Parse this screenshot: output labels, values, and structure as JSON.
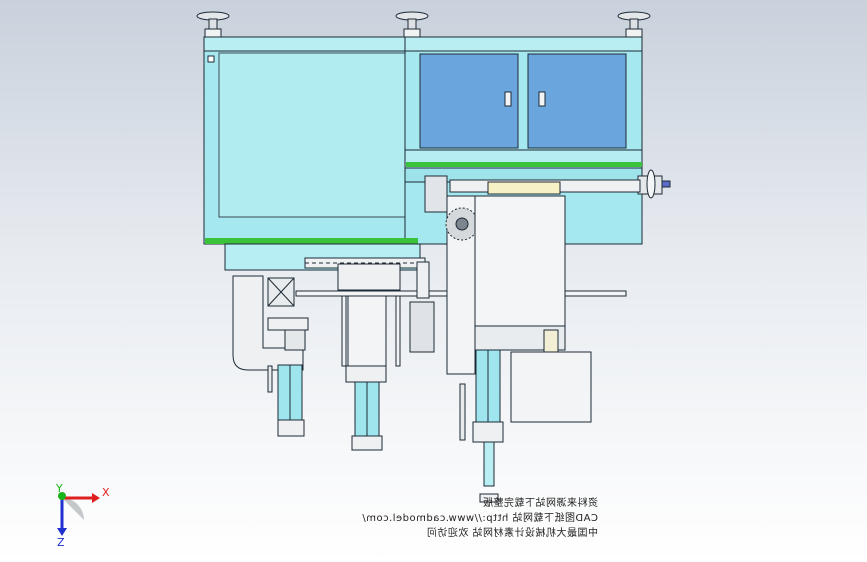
{
  "viewport": {
    "background": "gradient-gray-white",
    "model_colors": {
      "cabinet": "#a6e8ef",
      "door": "#6aa5de",
      "green_trim": "#39c23a",
      "outline": "#1d2a35",
      "steel": "#e9ecef",
      "cylinder_rod": "#9fe5ee"
    }
  },
  "triad": {
    "x_label": "X",
    "y_label": "Y",
    "z_label": "Z",
    "colors": {
      "x": "#e02020",
      "y": "#19b419",
      "z": "#2030d0"
    }
  },
  "watermark": {
    "lines": [
      "资料来源网站下载完整版",
      "CAD图纸下载网站 http://www.cadmodel.com/",
      "中国最大机械设计素材网站 欢迎访问"
    ]
  }
}
